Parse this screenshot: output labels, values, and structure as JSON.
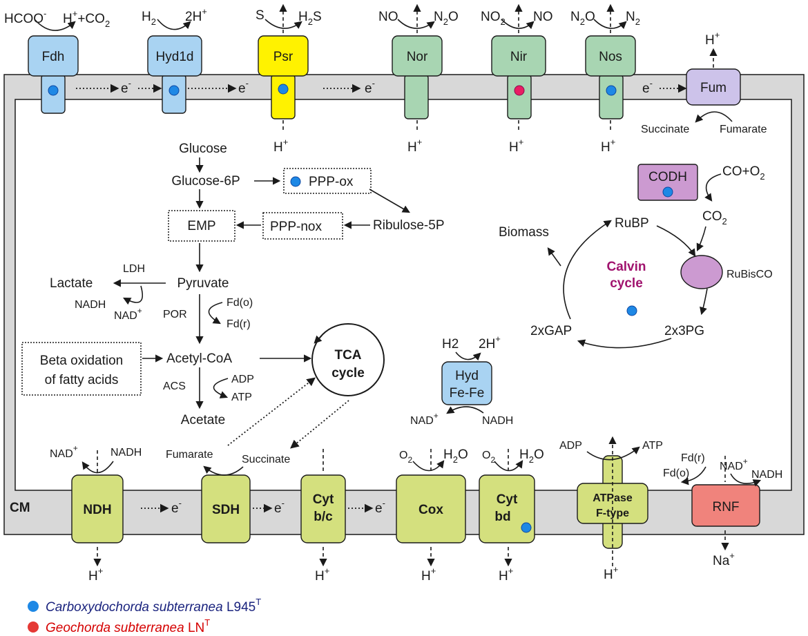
{
  "membrane": {
    "label": "CM"
  },
  "electron": "e",
  "proton": "H",
  "top_proteins": {
    "fdh": {
      "name": "Fdh",
      "sub_left": "HCOO",
      "sub_right": "H+CO2"
    },
    "hyd1d": {
      "name": "Hyd1d",
      "sub_left": "H2",
      "sub_right": "2H"
    },
    "psr": {
      "name": "Psr",
      "sub_left": "S",
      "sub_right": "H2S"
    },
    "nor": {
      "name": "Nor",
      "sub_left": "NO",
      "sub_right": "N2O"
    },
    "nir": {
      "name": "Nir",
      "sub_left": "NO2",
      "sub_right": "NO"
    },
    "nos": {
      "name": "Nos",
      "sub_left": "N2O",
      "sub_right": "N2"
    },
    "fum": {
      "name": "Fum",
      "sub_left": "Succinate",
      "sub_right": "Fumarate"
    }
  },
  "bottom_proteins": {
    "ndh": {
      "name": "NDH",
      "sub_left": "NAD",
      "sub_right": "NADH"
    },
    "sdh": {
      "name": "SDH",
      "sub_left": "Fumarate",
      "sub_right": "Succinate"
    },
    "cyt_bc": {
      "name_1": "Cyt",
      "name_2": "b/c"
    },
    "cox": {
      "name": "Cox",
      "sub_left": "O2",
      "sub_right": "H2O"
    },
    "cyt_bd": {
      "name_1": "Cyt",
      "name_2": "bd",
      "sub_left": "O2",
      "sub_right": "H2O"
    },
    "atpase": {
      "name_1": "ATPase",
      "name_2": "F-type",
      "sub_left": "ADP",
      "sub_right": "ATP"
    },
    "rnf": {
      "name": "RNF",
      "fd_o": "Fd(o)",
      "fd_r": "Fd(r)",
      "nad": "NAD",
      "nadh": "NADH",
      "na": "Na"
    }
  },
  "metabolism": {
    "glucose": "Glucose",
    "glucose6p": "Glucose-6P",
    "ppp_ox": "PPP-ox",
    "ribulose5p": "Ribulose-5P",
    "ppp_nox": "PPP-nox",
    "emp": "EMP",
    "pyruvate": "Pyruvate",
    "ldh": "LDH",
    "lactate": "Lactate",
    "nadh": "NADH",
    "nad": "NAD",
    "por": "POR",
    "fd_o": "Fd(o)",
    "fd_r": "Fd(r)",
    "acetyl_coa": "Acetyl-CoA",
    "beta_ox_1": "Beta oxidation",
    "beta_ox_2": "of fatty acids",
    "acs": "ACS",
    "adp": "ADP",
    "atp": "ATP",
    "acetate": "Acetate",
    "tca_1": "TCA",
    "tca_2": "cycle",
    "hyd_fefe_1": "Hyd",
    "hyd_fefe_2": "Fe-Fe",
    "hyd_h2": "H2",
    "hyd_2h": "2H",
    "hyd_nad": "NAD",
    "hyd_nadh": "NADH"
  },
  "calvin": {
    "codh": "CODH",
    "co_o2": "CO+O2",
    "co2": "CO2",
    "rubp": "RuBP",
    "biomass": "Biomass",
    "rubisco": "RuBisCO",
    "title_1": "Calvin",
    "title_2": "cycle",
    "gap": "2xGAP",
    "pg": "2x3PG",
    "title_color": "#a0136e"
  },
  "legend": [
    {
      "species": "Carboxydochorda subterranea",
      "strain": "L945",
      "sup": "T",
      "color": "#1e88e5",
      "text_color": "#1a237e"
    },
    {
      "species": "Geochorda subterranea",
      "strain": "LN",
      "sup": "T",
      "color": "#e53935",
      "text_color": "#d50000"
    }
  ]
}
